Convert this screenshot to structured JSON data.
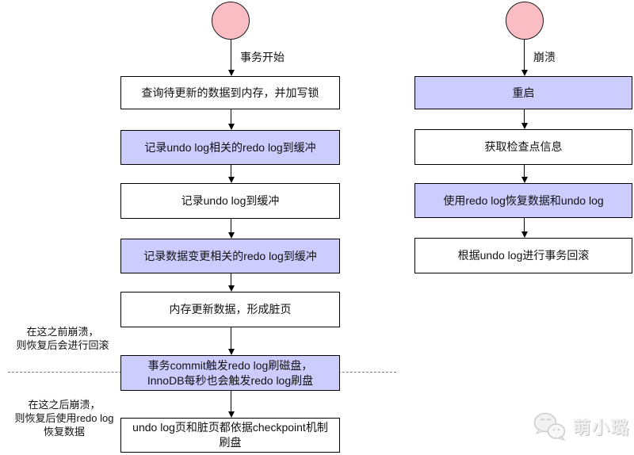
{
  "colors": {
    "highlight_fill": "#CCCCFF",
    "plain_fill": "#FFFFFF",
    "start_circle_fill": "#FABDC3",
    "node_border": "#000000",
    "dashed_line": "#7A7A7A",
    "watermark_gray": "#EFEFEF"
  },
  "left_flow": {
    "edge_label": "事务开始",
    "nodes": [
      {
        "text": "查询待更新的数据到内存，并加写锁",
        "highlighted": false
      },
      {
        "text": "记录undo log相关的redo log到缓冲",
        "highlighted": true
      },
      {
        "text": "记录undo log到缓冲",
        "highlighted": false
      },
      {
        "text": "记录数据变更相关的redo log到缓冲",
        "highlighted": true
      },
      {
        "text": "内存更新数据，形成脏页",
        "highlighted": false
      },
      {
        "text": "事务commit触发redo log刷磁盘，\nInnoDB每秒也会触发redo log刷盘",
        "highlighted": true
      },
      {
        "text": "undo log页和脏页都依据checkpoint机制\n刷盘",
        "highlighted": false
      }
    ]
  },
  "right_flow": {
    "edge_label": "崩溃",
    "nodes": [
      {
        "text": "重启",
        "highlighted": true
      },
      {
        "text": "获取检查点信息",
        "highlighted": false
      },
      {
        "text": "使用redo log恢复数据和undo log",
        "highlighted": true
      },
      {
        "text": "根据undo log进行事务回滚",
        "highlighted": false
      }
    ]
  },
  "annotations": {
    "before_crash": "在这之前崩溃，\n则恢复后会进行回滚",
    "after_crash": "在这之后崩溃，\n则恢复后使用redo log\n恢复数据"
  },
  "watermark": {
    "text": "萌小璐",
    "icon": "wechat-icon"
  }
}
